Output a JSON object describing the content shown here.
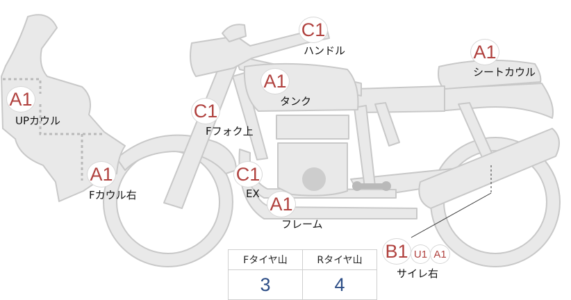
{
  "parts": [
    {
      "id": "handle",
      "grade": "C1",
      "label": "ハンドル"
    },
    {
      "id": "seat-cowl",
      "grade": "A1",
      "label": "シートカウル"
    },
    {
      "id": "tank",
      "grade": "A1",
      "label": "タンク"
    },
    {
      "id": "up-cowl",
      "grade": "A1",
      "label": "UPカウル"
    },
    {
      "id": "f-fork-upper",
      "grade": "C1",
      "label": "Fフォク上"
    },
    {
      "id": "f-cowl-right",
      "grade": "A1",
      "label": "Fカウル右"
    },
    {
      "id": "exhaust",
      "grade": "C1",
      "label": "EX"
    },
    {
      "id": "frame",
      "grade": "A1",
      "label": "フレーム"
    },
    {
      "id": "muffler-right",
      "grade": "B1",
      "extra_grades": [
        "U1",
        "A1"
      ],
      "label": "サイレ右"
    }
  ],
  "tire_table": {
    "headers": [
      "Fタイヤ山",
      "Rタイヤ山"
    ],
    "values": [
      "3",
      "4"
    ]
  }
}
